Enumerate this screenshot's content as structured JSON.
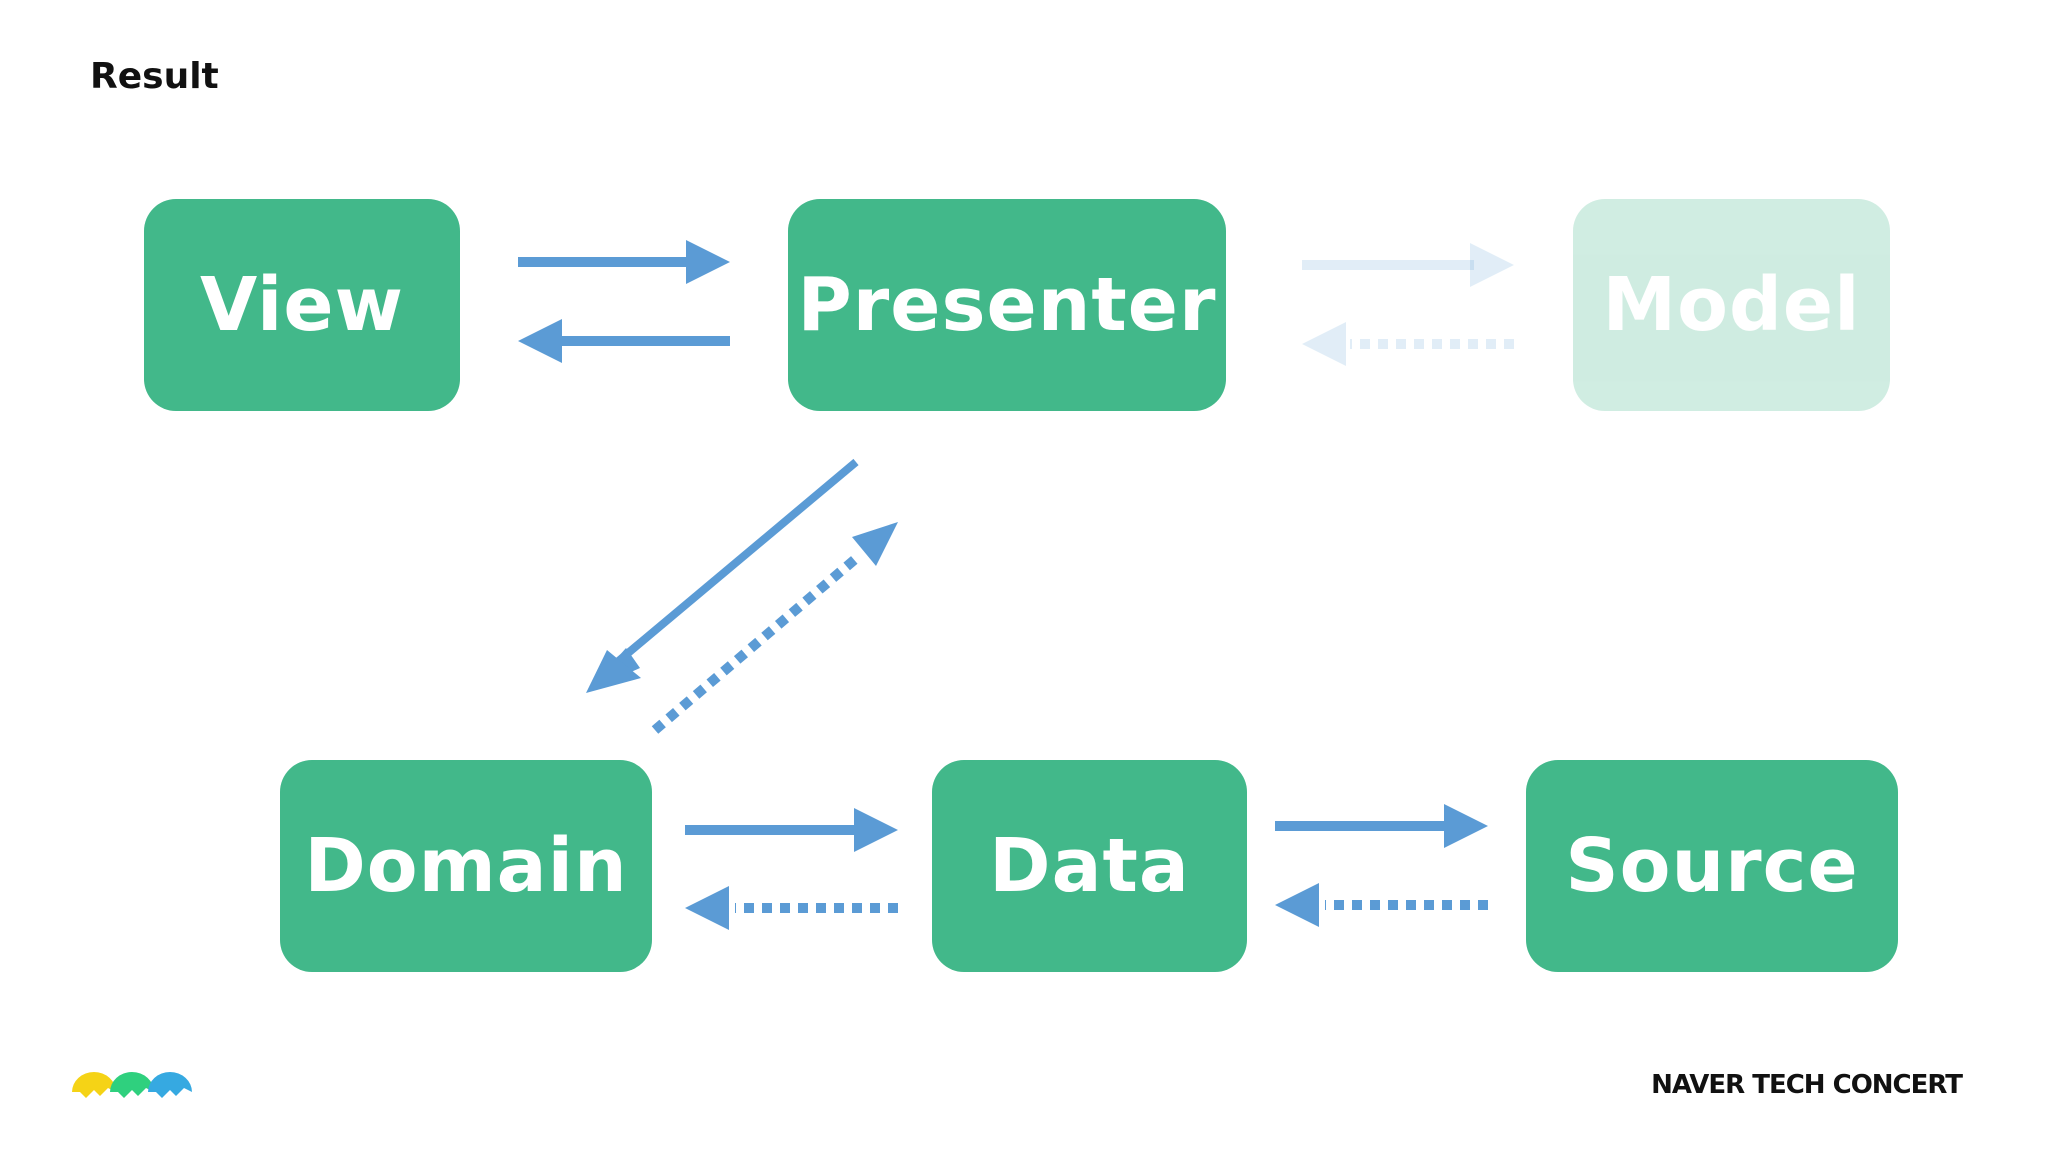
{
  "slide": {
    "title": "Result",
    "brand": "NAVER TECH CONCERT"
  },
  "colors": {
    "box": "#42b88a",
    "arrow": "#5b9bd5",
    "text": "#ffffff"
  },
  "nodes": {
    "view": "View",
    "presenter": "Presenter",
    "model": "Model",
    "domain": "Domain",
    "data": "Data",
    "source": "Source"
  },
  "edges": [
    {
      "from": "View",
      "to": "Presenter",
      "style": "solid"
    },
    {
      "from": "Presenter",
      "to": "View",
      "style": "solid"
    },
    {
      "from": "Presenter",
      "to": "Model",
      "style": "solid",
      "faded": true
    },
    {
      "from": "Model",
      "to": "Presenter",
      "style": "dotted",
      "faded": true
    },
    {
      "from": "Presenter",
      "to": "Domain",
      "style": "solid"
    },
    {
      "from": "Domain",
      "to": "Presenter",
      "style": "dotted"
    },
    {
      "from": "Domain",
      "to": "Data",
      "style": "solid"
    },
    {
      "from": "Data",
      "to": "Domain",
      "style": "dotted"
    },
    {
      "from": "Data",
      "to": "Source",
      "style": "solid"
    },
    {
      "from": "Source",
      "to": "Data",
      "style": "dotted"
    }
  ],
  "logo": {
    "icon": "three-color-arcs-logo",
    "colors": [
      "#f5d316",
      "#2fd07e",
      "#36a9e1"
    ]
  }
}
